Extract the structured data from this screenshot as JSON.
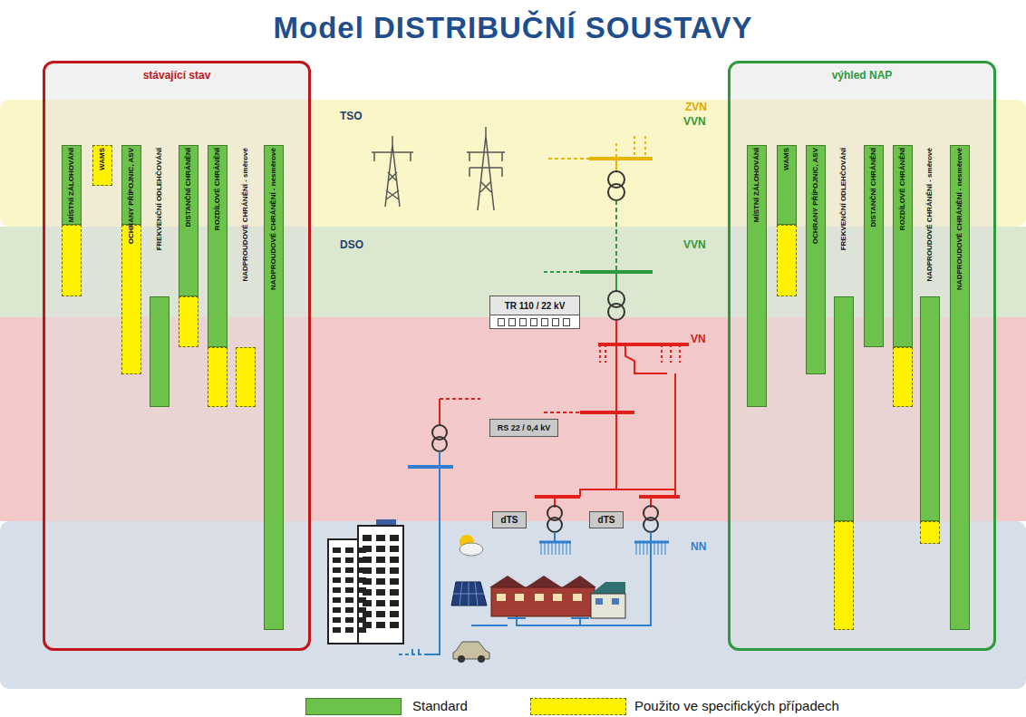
{
  "diagram": {
    "title": "Model DISTRIBUČNÍ SOUSTAVY",
    "nodes": [
      {
        "text": [
          "stávající stav"
        ]
      },
      {
        "text": [
          "MÍSTNÍ ZÁLOHOVÁNÍ"
        ],
        "in": 0
      },
      {
        "text": [
          "WAMS"
        ],
        "in": 0
      },
      {
        "text": [
          "OCHRANY PŘÍPOJNIC, ASV"
        ],
        "in": 0
      },
      {
        "text": [
          "FREKVENČNÍ ODLEHČOVÁNÍ"
        ],
        "in": 0
      },
      {
        "text": [
          "DISTANČNÍ CHRÁNĚNÍ"
        ],
        "in": 0
      },
      {
        "text": [
          "ROZDÍLOVÉ CHRÁNĚNÍ"
        ],
        "in": 0
      },
      {
        "text": [
          "NADPROUDOVÉ CHRÁNĚNÍ - směrové"
        ],
        "in": 0
      },
      {
        "text": [
          "NADPROUDOVÉ CHRÁNĚNÍ - nesměrové"
        ],
        "in": 0
      },
      {
        "text": [
          "výhled NAP"
        ]
      },
      {
        "text": [
          "MÍSTNÍ ZÁLOHOVÁNÍ"
        ],
        "in": 9
      },
      {
        "text": [
          "WAMS"
        ],
        "in": 9
      },
      {
        "text": [
          "OCHRANY PŘÍPOJNIC, ASV"
        ],
        "in": 9
      },
      {
        "text": [
          "FREKVENČNÍ ODLEHČOVÁNÍ"
        ],
        "in": 9
      },
      {
        "text": [
          "DISTANČNÍ CHRÁNĚNÍ"
        ],
        "in": 9
      },
      {
        "text": [
          "ROZDÍLOVÉ CHRÁNĚNÍ"
        ],
        "in": 9
      },
      {
        "text": [
          "NADPROUDOVÉ CHRÁNĚNÍ - směrové"
        ],
        "in": 9
      },
      {
        "text": [
          "NADPROUDOVÉ CHRÁNĚNÍ - nesměrové"
        ],
        "in": 9
      },
      {
        "text": [
          "TR 110 / 22 kV"
        ]
      },
      {
        "text": [
          "RS 22 / 0,4 kV"
        ]
      },
      {
        "text": [
          "dTS"
        ]
      },
      {
        "text": [
          "dTS"
        ]
      }
    ],
    "labels": [
      "TSO",
      "ZVN",
      "VVN",
      "DSO",
      "VVN",
      "VN",
      "NN"
    ],
    "legend": [
      {
        "text": "Standard",
        "color": "#6cc24a"
      },
      {
        "text": "Použito ve specifických případech",
        "color": "#fff200"
      }
    ]
  }
}
